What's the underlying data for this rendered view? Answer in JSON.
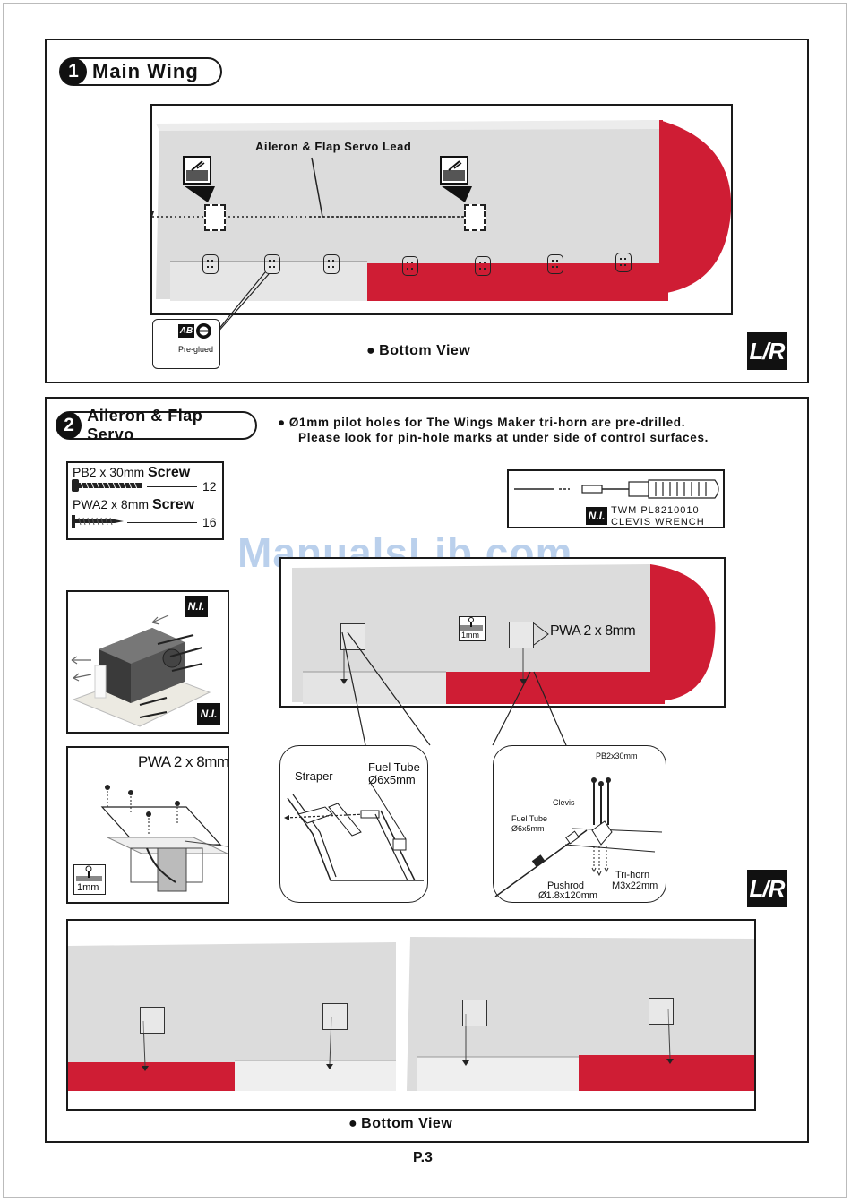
{
  "colors": {
    "accent_red": "#cf1d34",
    "wing_grey": "#dcdcdc",
    "frame": "#1a1a1a"
  },
  "section1": {
    "number": "1",
    "title": "Main Wing",
    "servo_lead_label": "Aileron & Flap Servo Lead",
    "preglued_label": "Pre-glued",
    "ab_badge": "AB",
    "bottom_view": "Bottom View",
    "lr_badge": "L/R"
  },
  "section2": {
    "number": "2",
    "title": "Aileron & Flap Servo",
    "note_line1": "Ø1mm pilot holes for The Wings Maker tri-horn are  pre-drilled.",
    "note_line2": "Please  look for pin-hole marks at under side of control surfaces.",
    "parts": [
      {
        "name": "PB2 x 30mm",
        "kind": "Screw",
        "qty": "12"
      },
      {
        "name": "PWA2 x 8mm",
        "kind": "Screw",
        "qty": "16"
      }
    ],
    "tool": {
      "ni": "N.I.",
      "line1": "TWM  PL8210010",
      "line2": "CLEVIS  WRENCH"
    },
    "ni_badge": "N.I.",
    "screw_label": "PWA 2 x 8mm",
    "drill_label": "1mm",
    "straper_label": "Straper",
    "fuel_tube_label": "Fuel Tube",
    "fuel_tube_size": "Ø6x5mm",
    "detail": {
      "pb": "PB2x30mm",
      "clevis": "Clevis",
      "fuel_tube": "Fuel Tube",
      "fuel_tube_size": "Ø6x5mm",
      "pushrod": "Pushrod",
      "pushrod_size": "Ø1.8x120mm",
      "tri_horn": "Tri-horn",
      "tri_horn_size": "M3x22mm"
    },
    "lr_badge": "L/R",
    "bottom_view": "Bottom  View"
  },
  "watermark": "ManualsLib.com",
  "page_number": "P.3"
}
